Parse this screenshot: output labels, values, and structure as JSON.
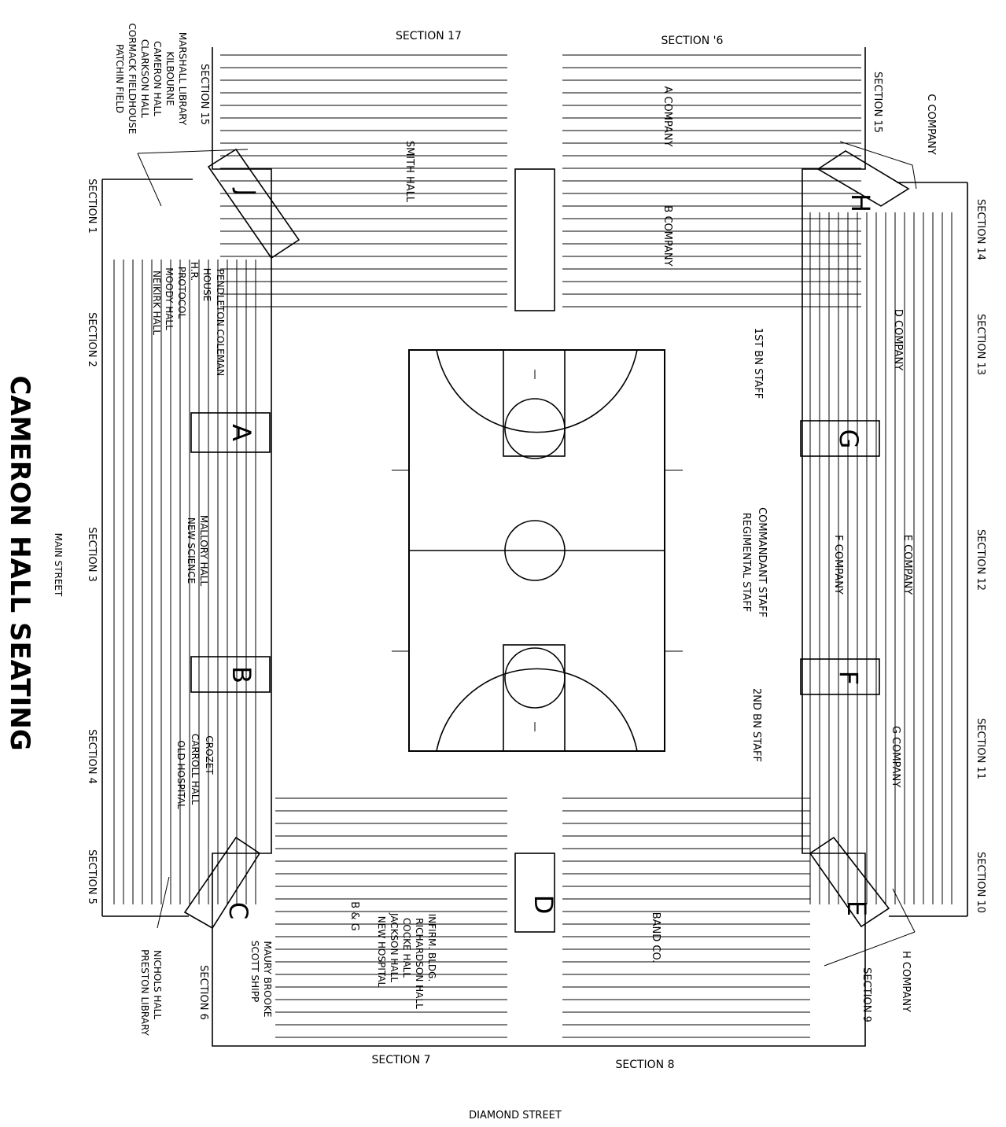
{
  "title": "CAMERON HALL SEATING",
  "streets": {
    "main": "MAIN STREET",
    "diamond": "DIAMOND STREET"
  },
  "sections": {
    "s1": "SECTION 1",
    "s2": "SECTION 2",
    "s3": "SECTION 3",
    "s4": "SECTION 4",
    "s5": "SECTION 5",
    "s6": "SECTION 6",
    "s7": "SECTION 7",
    "s8": "SECTION 8",
    "s9": "SECTION 9",
    "s10": "SECTION 10",
    "s11": "SECTION 11",
    "s12": "SECTION 12",
    "s13": "SECTION 13",
    "s14": "SECTION 14",
    "s15": "SECTION 15",
    "s15b": "SECTION 15",
    "s16": "SECTION '6",
    "s17": "SECTION 17"
  },
  "entrances": {
    "A": "A",
    "B": "B",
    "C": "C",
    "D": "D",
    "E": "E",
    "F": "F",
    "G": "G",
    "H": "H",
    "J": "J"
  },
  "groups": {
    "a_company": "A COMPANY",
    "b_company": "B COMPANY",
    "c_company": "C COMPANY",
    "d_company": "D COMPANY",
    "e_company": "E COMPANY",
    "f_company": "F COMPANY",
    "g_company": "G COMPANY",
    "h_company": "H COMPANY",
    "smith_hall": "SMITH HALL",
    "bn1_staff": "1ST BN STAFF",
    "bn2_staff": "2ND BN STAFF",
    "commandant_staff": "COMMANDANT STAFF",
    "regimental_staff": "REGIMENTAL STAFF",
    "band_co": "BAND CO.",
    "ab_g": "B & G"
  },
  "lists": {
    "nw": [
      "MARSHALL LIBRARY",
      "KILBOURNE",
      "CAMERON HALL",
      "CLARKSON HALL",
      "CORMACK FIELDHOUSE",
      "PATCHIN FIELD"
    ],
    "w1": [
      "PENDLETON COLEMAN",
      "HOUSE",
      "H.R.",
      "PROTOCOL",
      "MOODY HALL",
      "NEIKIRK HALL"
    ],
    "w2": [
      "MALLORY HALL",
      "NEW SCIENCE"
    ],
    "w3": [
      "CROZET",
      "CARROLL HALL",
      "OLD HOSPITAL"
    ],
    "sw": [
      "NICHOLS HALL",
      "PRESTON LIBRARY"
    ],
    "s6": [
      "MAURY BROOKE",
      "SCOTT SHIPP"
    ],
    "s7": [
      "INFIRM. BLDG.",
      "RICHARDSON HALL",
      "COCKE HALL",
      "JACKSON HALL",
      "NEW HOSPITAL"
    ]
  }
}
